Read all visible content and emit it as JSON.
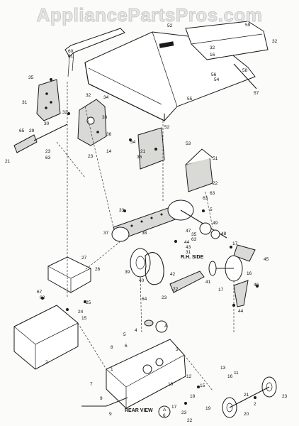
{
  "watermark": "AppliancePartsPros.com",
  "captions": {
    "rh_side": "R.H. SIDE",
    "rear_view": "REAR VIEW"
  },
  "labels": [
    {
      "id": "n59",
      "text": "59"
    },
    {
      "id": "n52a",
      "text": "52"
    },
    {
      "id": "n60",
      "text": "60"
    },
    {
      "id": "n61",
      "text": "61"
    },
    {
      "id": "n32a",
      "text": "32"
    },
    {
      "id": "n32b",
      "text": "32"
    },
    {
      "id": "n16a",
      "text": "16"
    },
    {
      "id": "n58",
      "text": "58"
    },
    {
      "id": "n56",
      "text": "56"
    },
    {
      "id": "n54a",
      "text": "54"
    },
    {
      "id": "n57",
      "text": "57"
    },
    {
      "id": "n55",
      "text": "55"
    },
    {
      "id": "n35a",
      "text": "35"
    },
    {
      "id": "n31",
      "text": "31"
    },
    {
      "id": "n32c",
      "text": "32"
    },
    {
      "id": "n34",
      "text": "34"
    },
    {
      "id": "n32d",
      "text": "32"
    },
    {
      "id": "n33",
      "text": "33"
    },
    {
      "id": "n36",
      "text": "36"
    },
    {
      "id": "n65",
      "text": "65"
    },
    {
      "id": "n29",
      "text": "29"
    },
    {
      "id": "n30",
      "text": "30"
    },
    {
      "id": "n23a",
      "text": "23"
    },
    {
      "id": "n63a",
      "text": "63"
    },
    {
      "id": "n21a",
      "text": "21"
    },
    {
      "id": "n14",
      "text": "14"
    },
    {
      "id": "n23b",
      "text": "23"
    },
    {
      "id": "n52b",
      "text": "52"
    },
    {
      "id": "n54b",
      "text": "54"
    },
    {
      "id": "n53",
      "text": "53"
    },
    {
      "id": "n21b",
      "text": "21"
    },
    {
      "id": "n35b",
      "text": "35"
    },
    {
      "id": "n51",
      "text": "51"
    },
    {
      "id": "n22a",
      "text": "22"
    },
    {
      "id": "n63b",
      "text": "63"
    },
    {
      "id": "n63c",
      "text": "63"
    },
    {
      "id": "n33b",
      "text": "33"
    },
    {
      "id": "n5a",
      "text": "5"
    },
    {
      "id": "n49",
      "text": "49"
    },
    {
      "id": "n37",
      "text": "37"
    },
    {
      "id": "n38",
      "text": "38"
    },
    {
      "id": "n47",
      "text": "47"
    },
    {
      "id": "n35c",
      "text": "35"
    },
    {
      "id": "n63d",
      "text": "63"
    },
    {
      "id": "n48",
      "text": "48"
    },
    {
      "id": "n44a",
      "text": "44"
    },
    {
      "id": "n43",
      "text": "43"
    },
    {
      "id": "n31b",
      "text": "31"
    },
    {
      "id": "n17a",
      "text": "17"
    },
    {
      "id": "n45",
      "text": "45"
    },
    {
      "id": "n27",
      "text": "27"
    },
    {
      "id": "n26",
      "text": "26"
    },
    {
      "id": "n39",
      "text": "39"
    },
    {
      "id": "n40",
      "text": "40"
    },
    {
      "id": "n42",
      "text": "42"
    },
    {
      "id": "n41",
      "text": "41"
    },
    {
      "id": "n17b",
      "text": "17"
    },
    {
      "id": "n16b",
      "text": "16"
    },
    {
      "id": "n46",
      "text": "46"
    },
    {
      "id": "n67",
      "text": "67"
    },
    {
      "id": "n68",
      "text": "68"
    },
    {
      "id": "n25",
      "text": "25"
    },
    {
      "id": "n64",
      "text": "64"
    },
    {
      "id": "n23c",
      "text": "23"
    },
    {
      "id": "n22b",
      "text": "22"
    },
    {
      "id": "n44b",
      "text": "44"
    },
    {
      "id": "n24",
      "text": "24"
    },
    {
      "id": "n15a",
      "text": "15"
    },
    {
      "id": "n2",
      "text": "2"
    },
    {
      "id": "nA1",
      "text": "A"
    },
    {
      "id": "n5b",
      "text": "5"
    },
    {
      "id": "n4",
      "text": "4"
    },
    {
      "id": "n3",
      "text": "3"
    },
    {
      "id": "n6",
      "text": "6"
    },
    {
      "id": "n8",
      "text": "8"
    },
    {
      "id": "n1",
      "text": "1"
    },
    {
      "id": "n13",
      "text": "13"
    },
    {
      "id": "n11",
      "text": "11"
    },
    {
      "id": "n12",
      "text": "12"
    },
    {
      "id": "n16c",
      "text": "16"
    },
    {
      "id": "n10",
      "text": "10"
    },
    {
      "id": "n15b",
      "text": "15"
    },
    {
      "id": "n7",
      "text": "7"
    },
    {
      "id": "n9",
      "text": "9"
    },
    {
      "id": "n17c",
      "text": "17"
    },
    {
      "id": "n18",
      "text": "18"
    },
    {
      "id": "n19",
      "text": "19"
    },
    {
      "id": "n20",
      "text": "20"
    },
    {
      "id": "n21c",
      "text": "21"
    },
    {
      "id": "n23d",
      "text": "23"
    },
    {
      "id": "n2b",
      "text": "2"
    },
    {
      "id": "nA2",
      "text": "A"
    },
    {
      "id": "n6b",
      "text": "6"
    },
    {
      "id": "n22c",
      "text": "22"
    },
    {
      "id": "n23e",
      "text": "23"
    },
    {
      "id": "n9b",
      "text": "9"
    }
  ]
}
